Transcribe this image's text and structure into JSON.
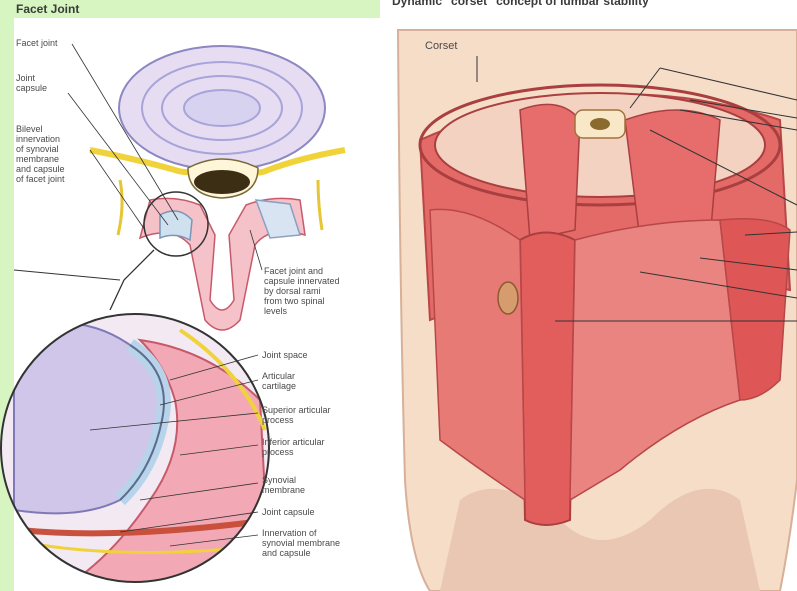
{
  "left_title": "Facet Joint",
  "right_title": "Dynamic \"corset\" concept of lumbar stability",
  "corset_label": "Corset",
  "labels_top": {
    "facet_joint": "Facet joint",
    "joint_capsule": "Joint\ncapsule",
    "bilevel": "Bilevel\ninnervation\nof synovial\nmembrane\nand capsule\nof facet joint",
    "facet_innervated": "Facet joint and\ncapsule innervated\nby dorsal rami\nfrom two spinal\nlevels"
  },
  "labels_zoom": {
    "joint_space": "Joint space",
    "articular_cartilage": "Articular\ncartilage",
    "superior_process": "Superior articular\nprocess",
    "inferior_process": "Inferior articular\nprocess",
    "synovial_membrane": "Synovial\nmembrane",
    "joint_capsule_2": "Joint capsule",
    "innervation": "Innervation of\nsynovial membrane\nand capsule"
  },
  "colors": {
    "background": "#d6f5c0",
    "muscle": "#e0605f",
    "bone": "#f1b7c0",
    "disc": "#c9c6ea",
    "nerve": "#f0d33a",
    "skin": "#f6ddc8"
  }
}
